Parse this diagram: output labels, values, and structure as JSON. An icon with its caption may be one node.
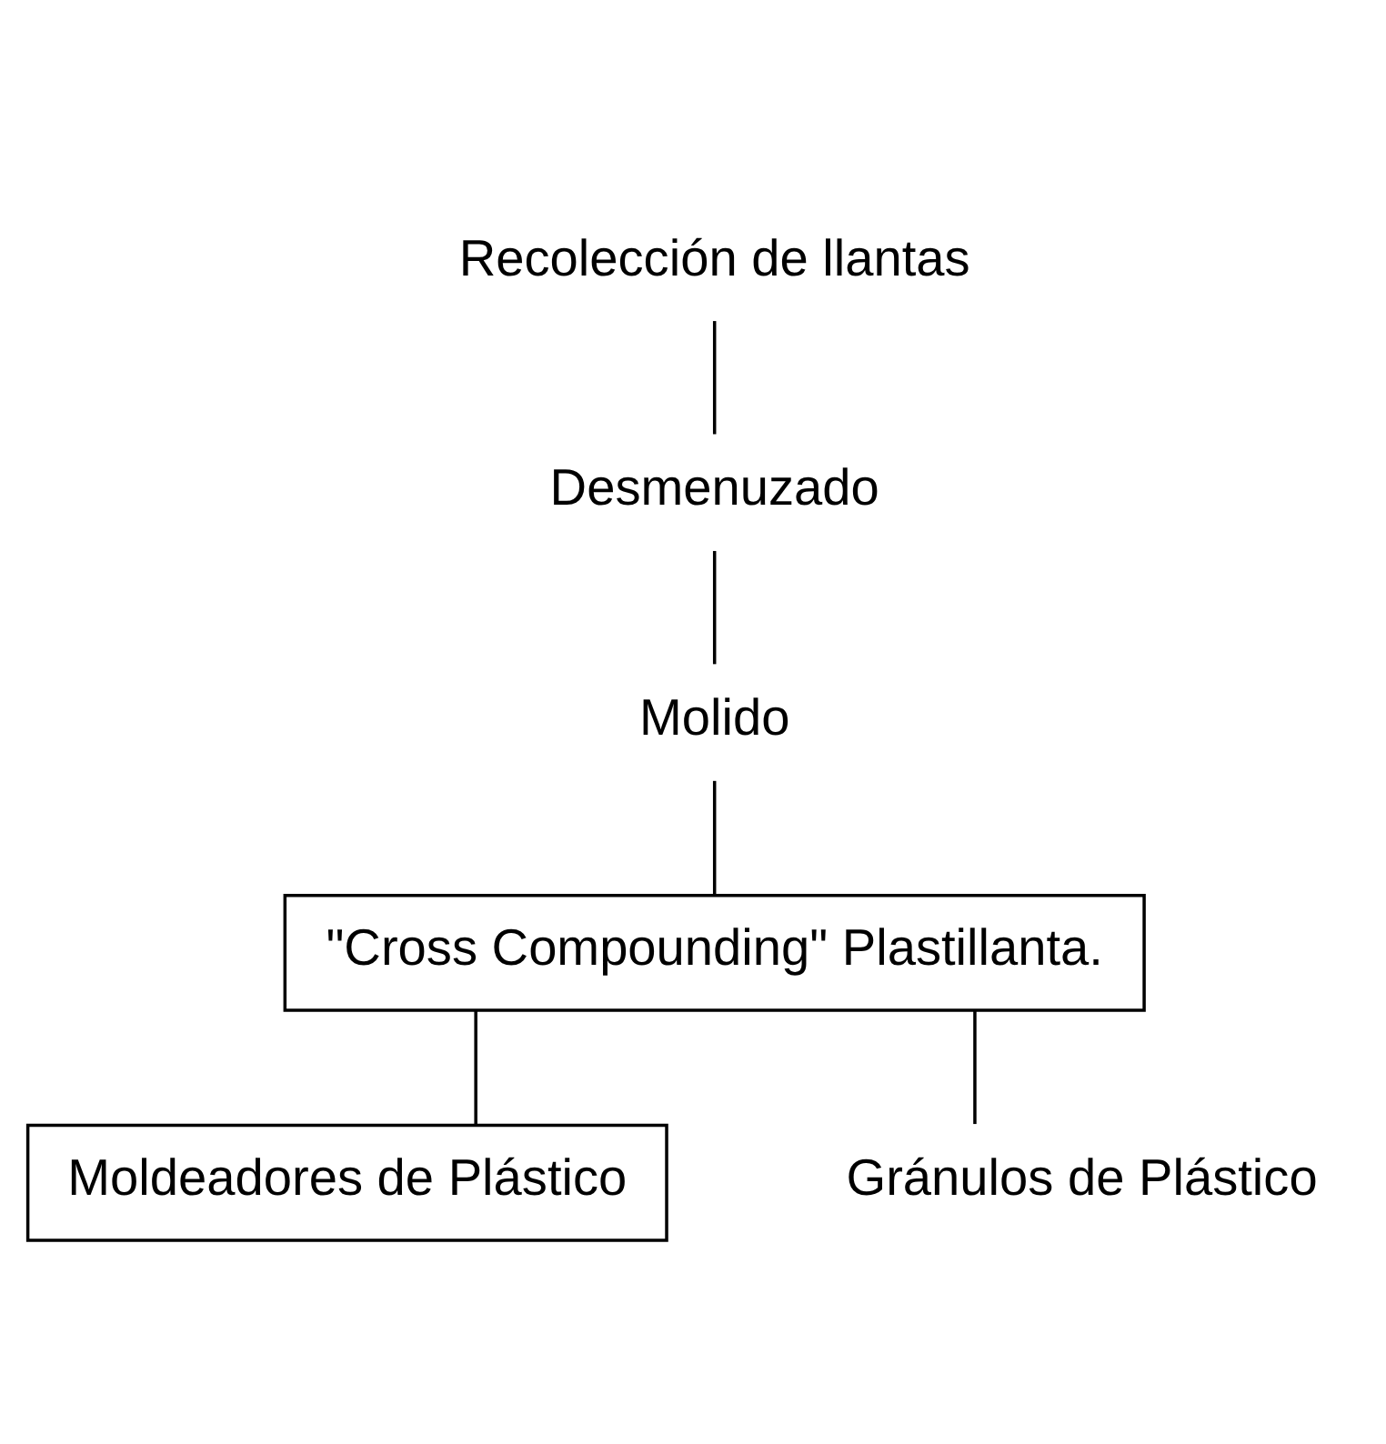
{
  "diagram": {
    "nodes": [
      {
        "text": [
          "Recolección de llantas"
        ]
      },
      {
        "text": [
          "Desmenuzado"
        ]
      },
      {
        "text": [
          "Molido"
        ]
      },
      {
        "text": [
          "\"Cross Compounding\" Plastillanta."
        ]
      },
      {
        "text": [
          "Moldeadores de Plástico"
        ]
      },
      {
        "text": [
          "Gránulos de Plástico"
        ]
      }
    ],
    "edges": [
      {
        "from": 0,
        "to": 1,
        "arrow": "none"
      },
      {
        "from": 1,
        "to": 2,
        "arrow": "none"
      },
      {
        "from": 2,
        "to": 3,
        "arrow": "none"
      },
      {
        "from": 3,
        "to": 4,
        "arrow": "none"
      },
      {
        "from": 3,
        "to": 5,
        "arrow": "none"
      }
    ]
  }
}
